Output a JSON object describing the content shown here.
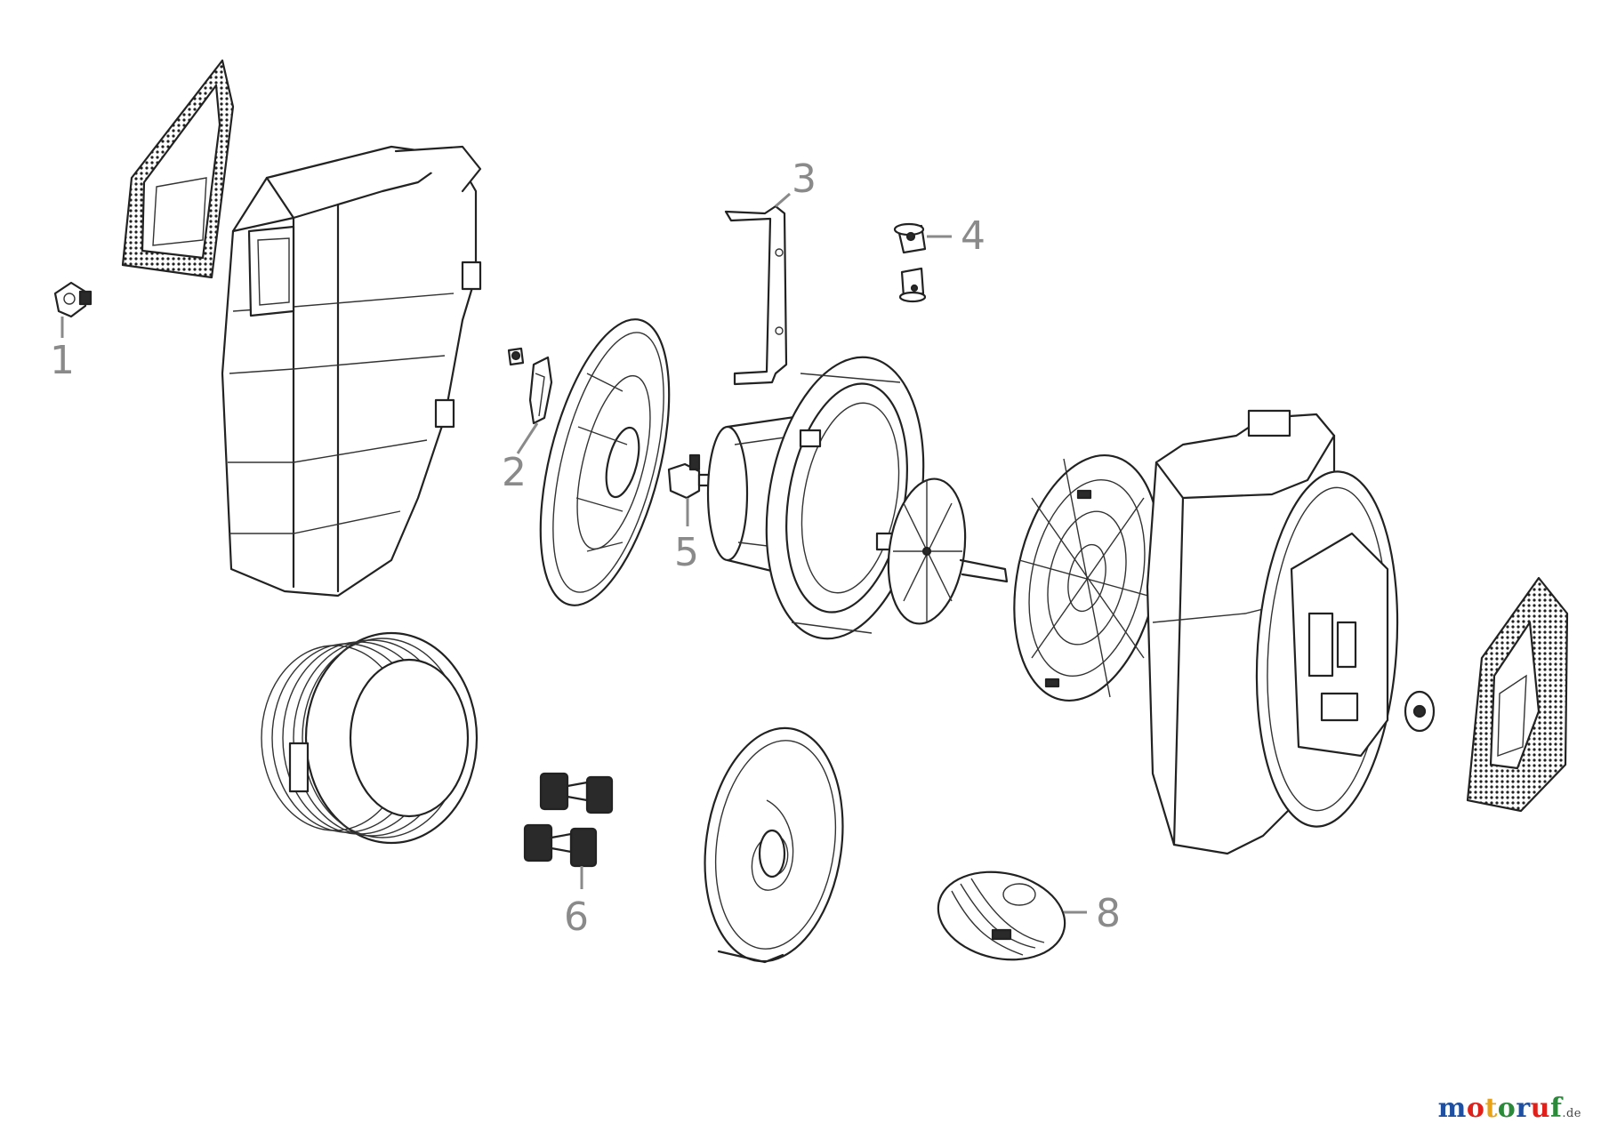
{
  "callouts": [
    {
      "id": "1",
      "label": "1"
    },
    {
      "id": "2",
      "label": "2"
    },
    {
      "id": "3",
      "label": "3"
    },
    {
      "id": "4",
      "label": "4"
    },
    {
      "id": "5",
      "label": "5"
    },
    {
      "id": "6",
      "label": "6"
    },
    {
      "id": "8",
      "label": "8"
    }
  ],
  "logo": {
    "text": "motoruf",
    "suffix": ".de",
    "colors": [
      "#1e4fa0",
      "#e0201b",
      "#e8a215",
      "#2a8a3a",
      "#1e4fa0",
      "#e0201b",
      "#2a8a3a"
    ]
  },
  "colors": {
    "line": "#222222",
    "callout": "#8a8a8a",
    "background": "#ffffff"
  }
}
